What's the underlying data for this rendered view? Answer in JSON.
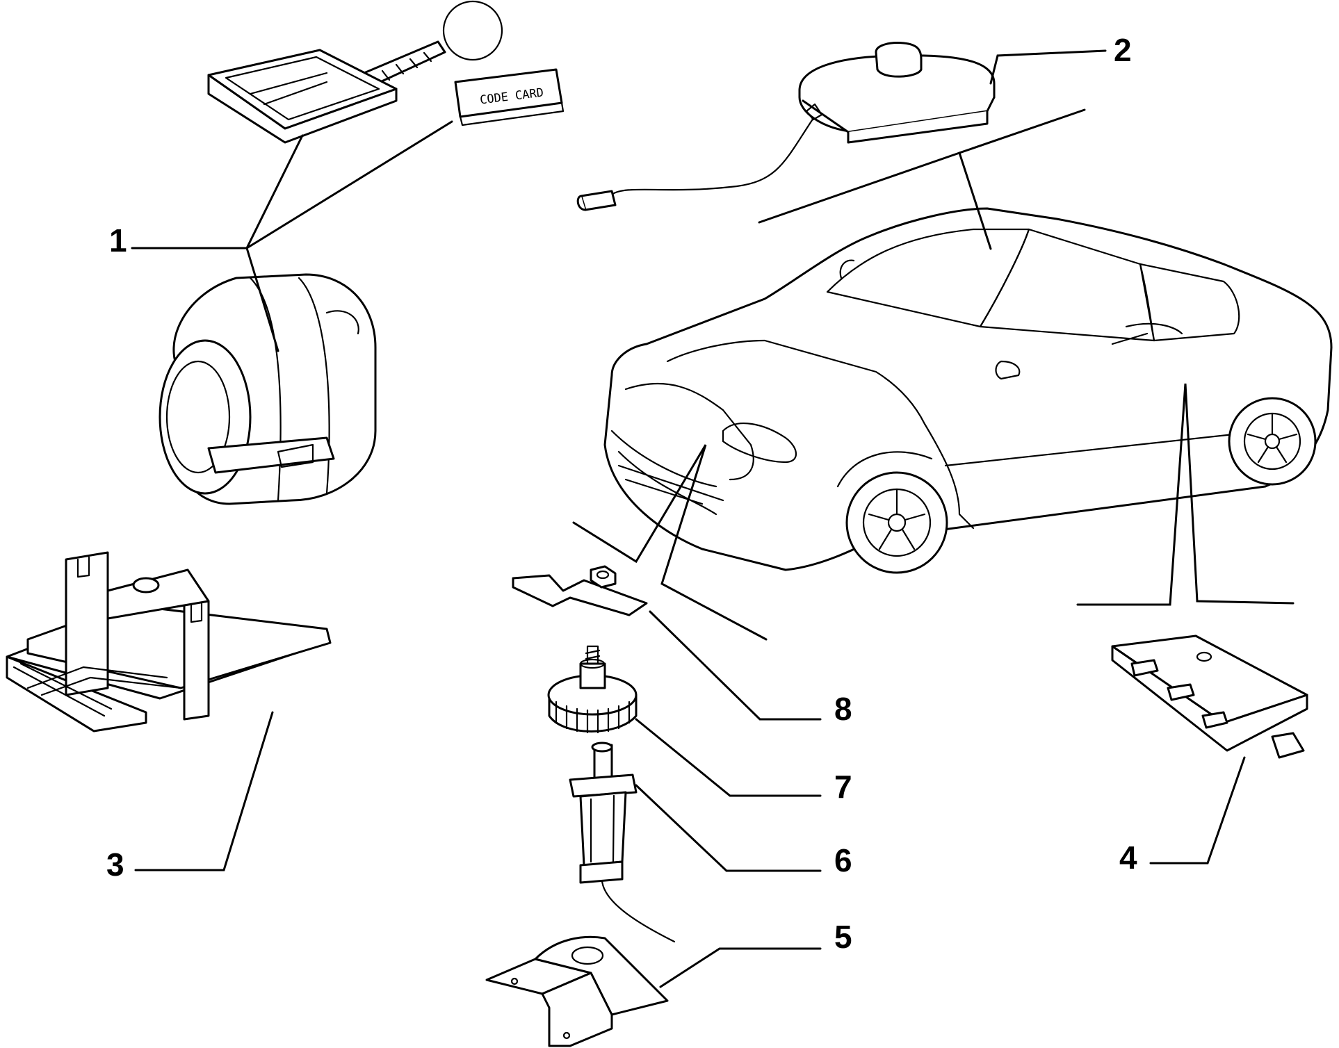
{
  "code_card_label": "CODE CARD",
  "callouts": [
    {
      "id": "1",
      "label": "1"
    },
    {
      "id": "2",
      "label": "2"
    },
    {
      "id": "3",
      "label": "3"
    },
    {
      "id": "4",
      "label": "4"
    },
    {
      "id": "5",
      "label": "5"
    },
    {
      "id": "6",
      "label": "6"
    },
    {
      "id": "7",
      "label": "7"
    },
    {
      "id": "8",
      "label": "8"
    }
  ],
  "colors": {
    "line": "#000000",
    "background": "#ffffff"
  }
}
